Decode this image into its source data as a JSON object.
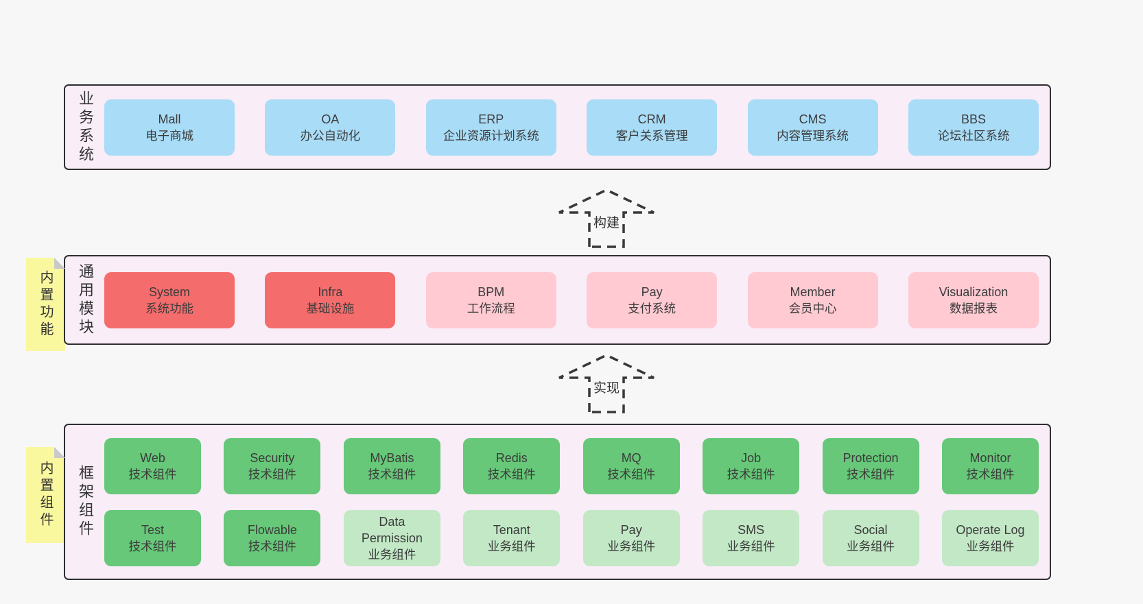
{
  "colors": {
    "page_bg": "#f7f7f7",
    "section_bg": "#f9edf7",
    "section_border": "#2e2e2e",
    "box_blue": "#a9dcf7",
    "box_red": "#f56c6c",
    "box_pink": "#ffcad2",
    "box_green": "#66c878",
    "box_light_green": "#c2e8c6",
    "tag_yellow": "#faf89e",
    "tag_fold_gray": "#c9c9c9",
    "text": "#3c3c3c"
  },
  "arrows": {
    "build": "构建",
    "implement": "实现"
  },
  "sections": {
    "business": {
      "label": "业务系统",
      "boxes": [
        {
          "name": "Mall",
          "desc": "电子商城"
        },
        {
          "name": "OA",
          "desc": "办公自动化"
        },
        {
          "name": "ERP",
          "desc": "企业资源计划系统"
        },
        {
          "name": "CRM",
          "desc": "客户关系管理"
        },
        {
          "name": "CMS",
          "desc": "内容管理系统"
        },
        {
          "name": "BBS",
          "desc": "论坛社区系统"
        }
      ]
    },
    "modules": {
      "label": "通用模块",
      "tag": "内置功能",
      "boxes": [
        {
          "name": "System",
          "desc": "系统功能",
          "variant": "red"
        },
        {
          "name": "Infra",
          "desc": "基础设施",
          "variant": "red"
        },
        {
          "name": "BPM",
          "desc": "工作流程",
          "variant": "pink"
        },
        {
          "name": "Pay",
          "desc": "支付系统",
          "variant": "pink"
        },
        {
          "name": "Member",
          "desc": "会员中心",
          "variant": "pink"
        },
        {
          "name": "Visualization",
          "desc": "数据报表",
          "variant": "pink"
        }
      ]
    },
    "framework": {
      "label": "框架组件",
      "tag": "内置组件",
      "row1": [
        {
          "name": "Web",
          "desc": "技术组件"
        },
        {
          "name": "Security",
          "desc": "技术组件"
        },
        {
          "name": "MyBatis",
          "desc": "技术组件"
        },
        {
          "name": "Redis",
          "desc": "技术组件"
        },
        {
          "name": "MQ",
          "desc": "技术组件"
        },
        {
          "name": "Job",
          "desc": "技术组件"
        },
        {
          "name": "Protection",
          "desc": "技术组件"
        },
        {
          "name": "Monitor",
          "desc": "技术组件"
        }
      ],
      "row2": [
        {
          "name": "Test",
          "desc": "技术组件",
          "variant": "green"
        },
        {
          "name": "Flowable",
          "desc": "技术组件",
          "variant": "green"
        },
        {
          "name": "Data Permission",
          "desc": "业务组件",
          "variant": "light"
        },
        {
          "name": "Tenant",
          "desc": "业务组件",
          "variant": "light"
        },
        {
          "name": "Pay",
          "desc": "业务组件",
          "variant": "light"
        },
        {
          "name": "SMS",
          "desc": "业务组件",
          "variant": "light"
        },
        {
          "name": "Social",
          "desc": "业务组件",
          "variant": "light"
        },
        {
          "name": "Operate Log",
          "desc": "业务组件",
          "variant": "light"
        }
      ]
    }
  }
}
